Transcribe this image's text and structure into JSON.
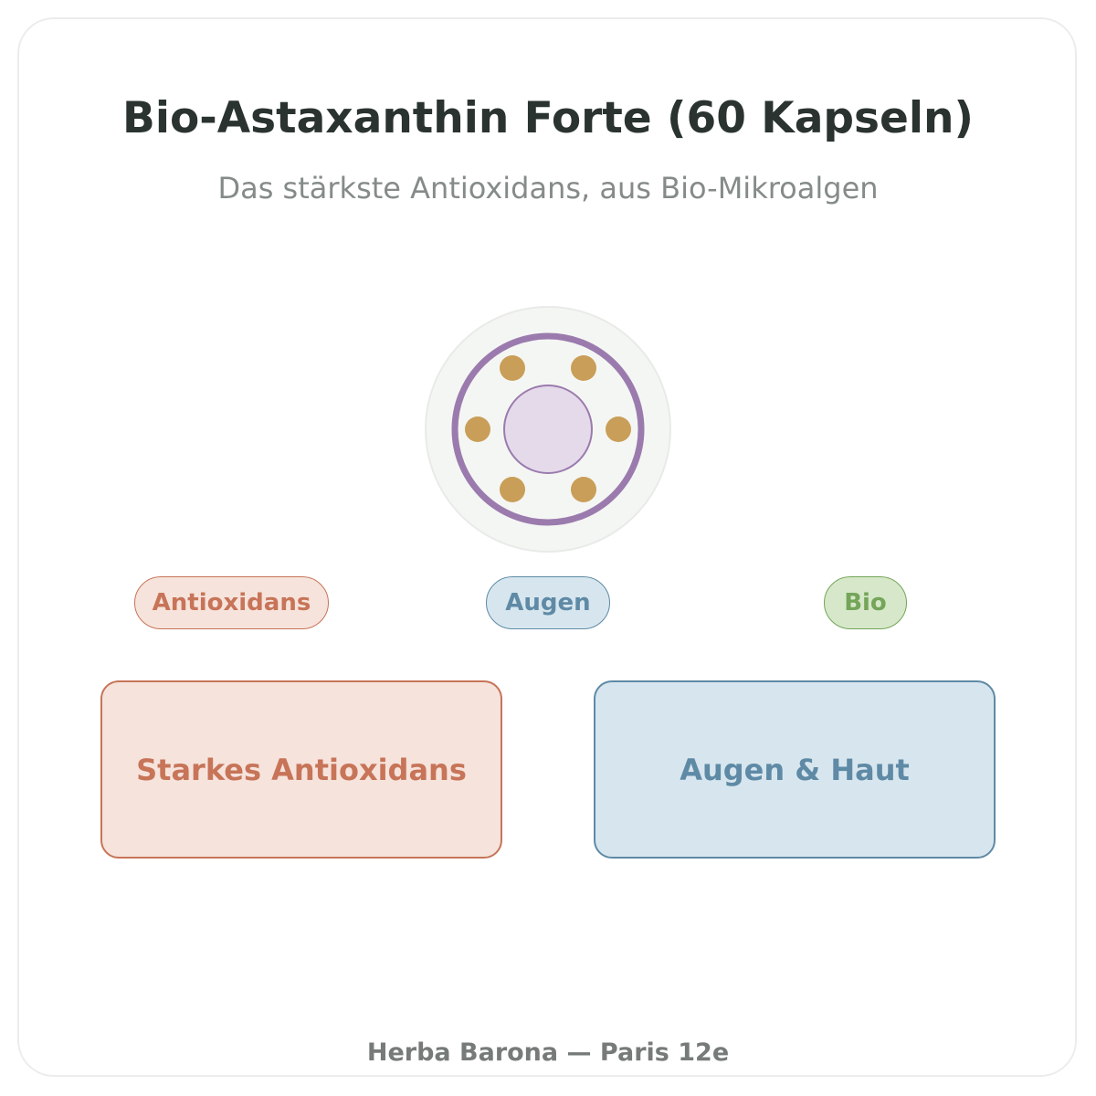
{
  "header": {
    "title": "Bio-Astaxanthin Forte (60 Kapseln)",
    "subtitle": "Das stärkste Antioxidans, aus Bio-Mikroalgen"
  },
  "emblem": {
    "icon": "capsule-emblem-icon",
    "colors": {
      "background": "#f4f6f3",
      "ring": "#9b7bae",
      "center": "#e4daea",
      "dots": "#c99e58"
    }
  },
  "tags": [
    {
      "label": "Antioxidans",
      "color": "#c77458"
    },
    {
      "label": "Augen",
      "color": "#5f8aa6"
    },
    {
      "label": "Bio",
      "color": "#74a559"
    }
  ],
  "features": [
    {
      "label": "Starkes Antioxidans",
      "color": "#c77458"
    },
    {
      "label": "Augen & Haut",
      "color": "#5f8aa6"
    }
  ],
  "footer": {
    "text": "Herba Barona — Paris 12e"
  }
}
